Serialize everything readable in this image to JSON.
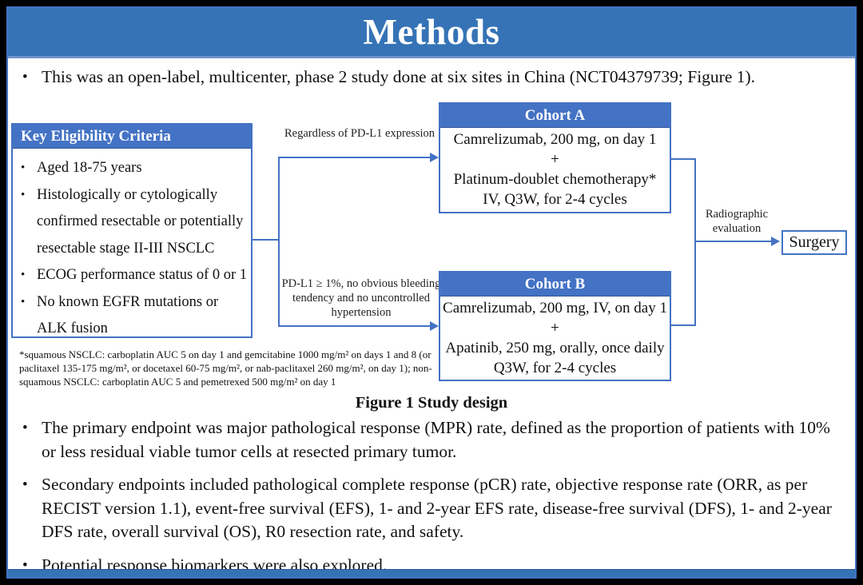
{
  "slide": {
    "title": "Methods",
    "bullet_char": "•",
    "intro": "This was an open-label, multicenter, phase 2 study done at six sites in China (NCT04379739; Figure 1)."
  },
  "figure": {
    "caption": "Figure 1 Study design",
    "eligibility": {
      "header": "Key Eligibility Criteria",
      "items": [
        "Aged 18-75 years",
        "Histologically or cytologically confirmed resectable or potentially resectable stage II-III NSCLC",
        "ECOG performance status of 0 or 1",
        "No known EGFR mutations or ALK fusion"
      ]
    },
    "branch_a_label": "Regardless of PD-L1 expression",
    "branch_b_label": "PD-L1 ≥ 1%, no obvious bleeding tendency and no uncontrolled hypertension",
    "cohort_a": {
      "header": "Cohort A",
      "lines": [
        "Camrelizumab, 200 mg, on day 1",
        "+",
        "Platinum-doublet chemotherapy*",
        "IV, Q3W, for 2-4 cycles"
      ]
    },
    "cohort_b": {
      "header": "Cohort B",
      "lines": [
        "Camrelizumab, 200 mg, IV, on day 1",
        "+",
        "Apatinib, 250 mg, orally, once daily",
        "Q3W, for 2-4 cycles"
      ]
    },
    "evaluation_label": "Radiographic evaluation",
    "surgery_label": "Surgery",
    "footnote": "*squamous NSCLC: carboplatin AUC 5 on day 1 and gemcitabine 1000 mg/m² on days 1 and 8 (or paclitaxel 135-175 mg/m², or docetaxel 60-75 mg/m², or nab-paclitaxel 260 mg/m², on day 1); non-squamous NSCLC: carboplatin AUC 5 and pemetrexed 500 mg/m² on day 1"
  },
  "bullets": {
    "primary": "The primary endpoint was major pathological response (MPR) rate, defined as the proportion of patients with 10% or less residual viable tumor cells at resected primary tumor.",
    "secondary": "Secondary endpoints included pathological complete response (pCR) rate, objective response rate (ORR, as per RECIST version 1.1), event-free survival (EFS), 1- and 2-year EFS rate, disease-free survival (DFS), 1- and 2-year DFS rate, overall survival (OS), R0 resection rate, and safety.",
    "biomarkers": "Potential response biomarkers were also explored."
  },
  "colors": {
    "title_bar": "#3573B6",
    "box_header": "#4472C4",
    "box_border": "#4472C4",
    "connector": "#4472C4",
    "frame": "#000000",
    "text": "#111111"
  }
}
